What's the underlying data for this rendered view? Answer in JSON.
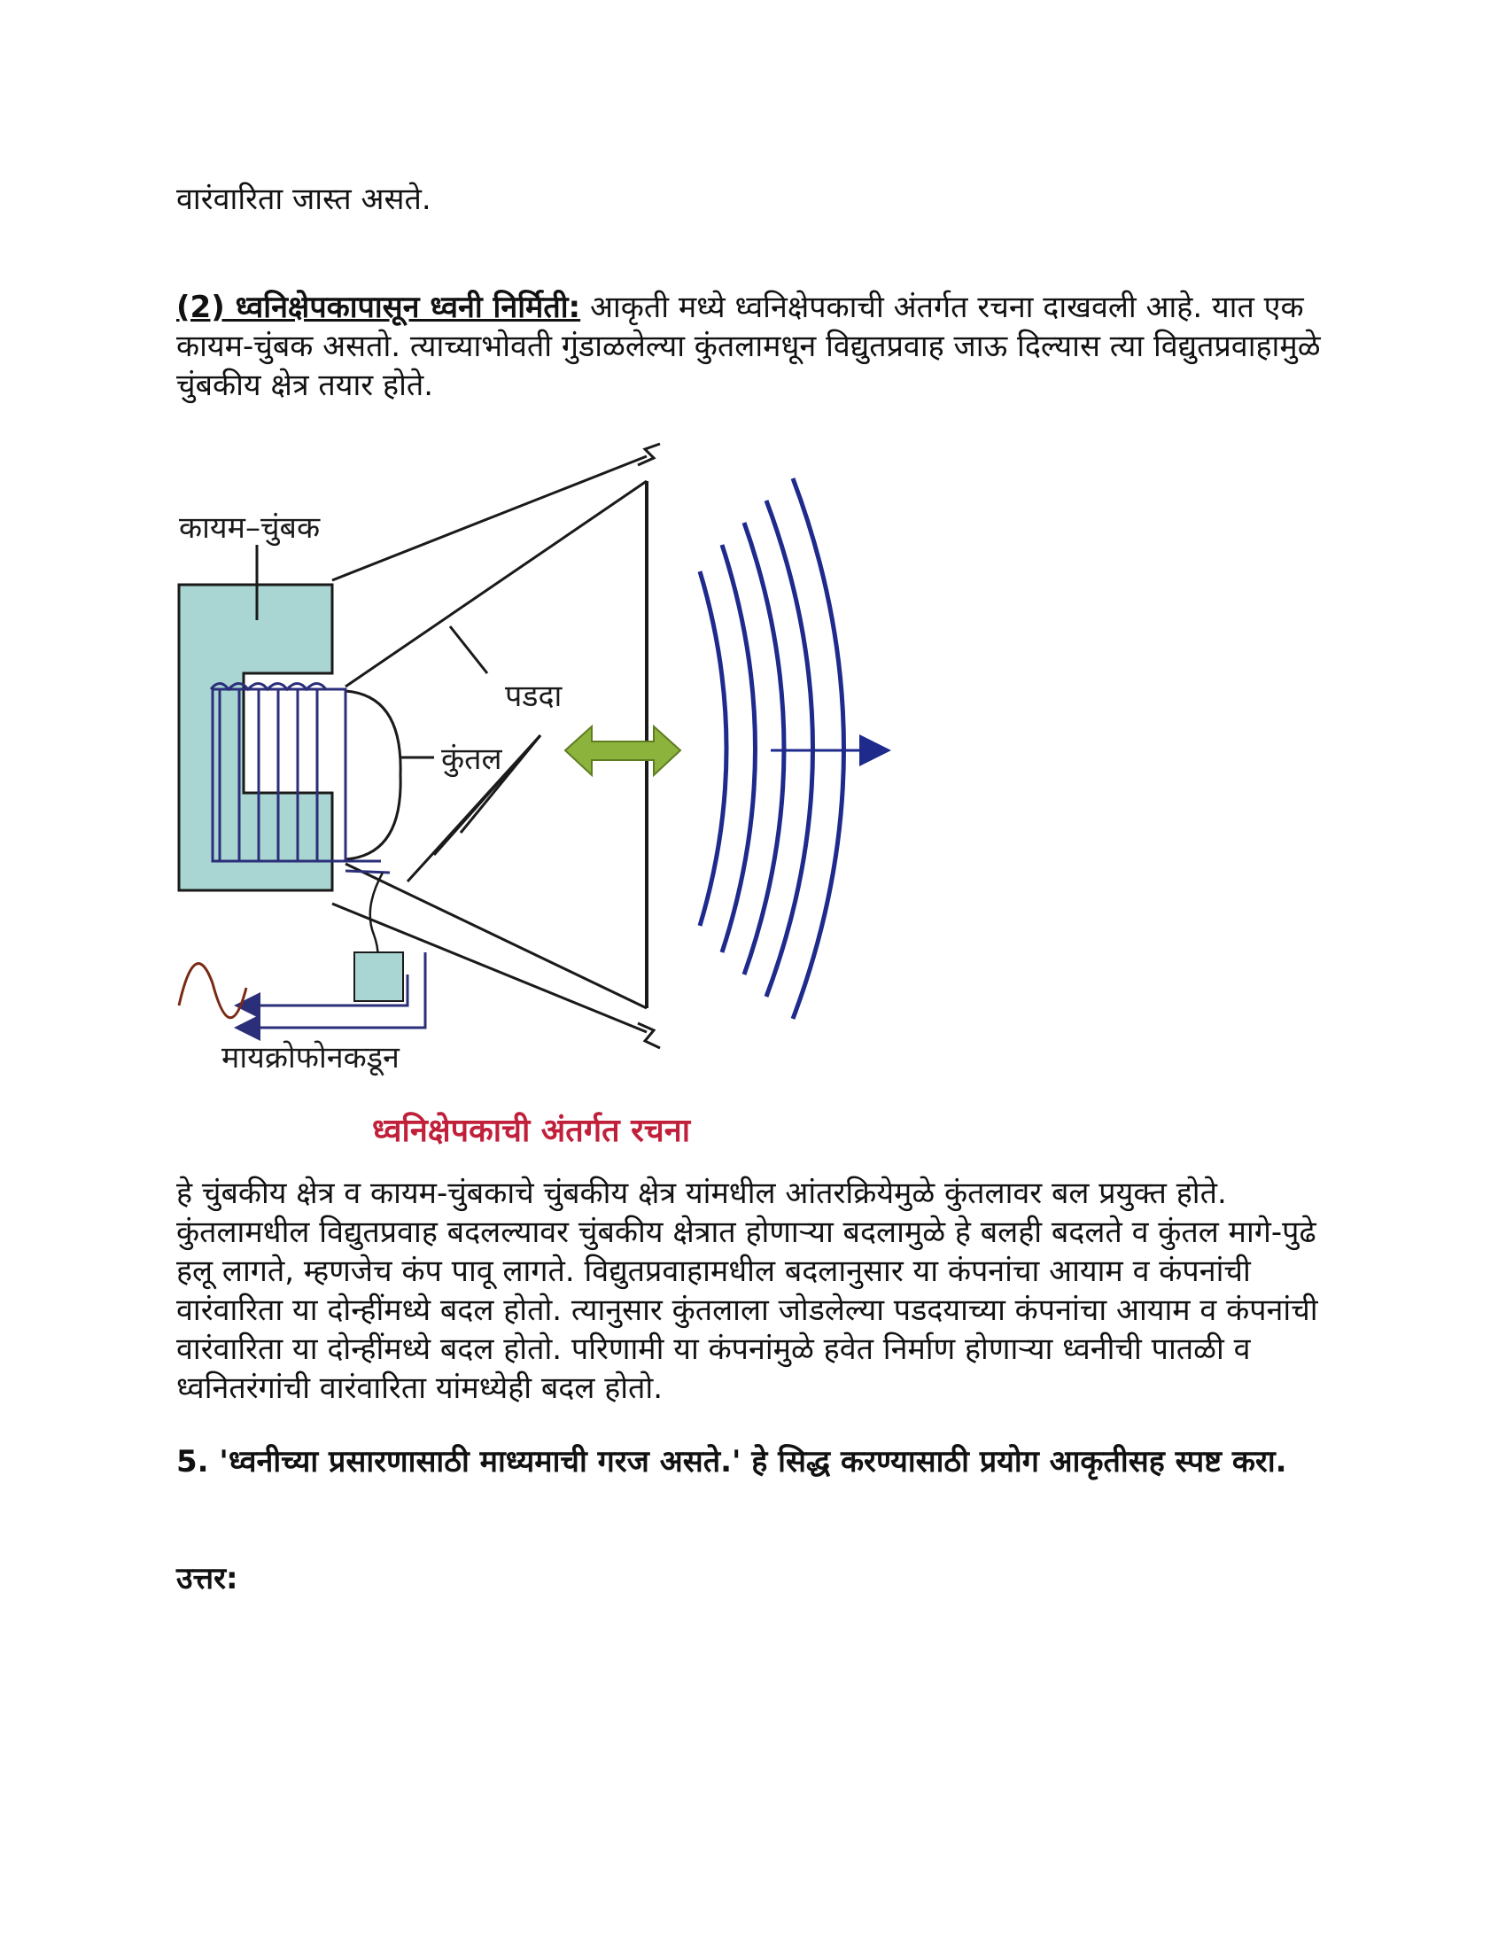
{
  "intro_tail": "वारंवारिता जास्त असते.",
  "section2": {
    "heading": "(2) ध्वनिक्षेपकापासून ध्वनी निर्मिती:",
    "text": " आकृती मध्ये ध्वनिक्षेपकाची अंतर्गत रचना दाखवली आहे. यात एक कायम-चुंबक असतो. त्याच्याभोवती गुंडाळलेल्या कुंतलामधून विद्युतप्रवाह जाऊ दिल्यास त्या विद्युतप्रवाहामुळे चुंबकीय क्षेत्र तयार होते."
  },
  "figure": {
    "labels": {
      "magnet": "कायम–चुंबक",
      "diaphragm": "पडदा",
      "coil": "कुंतल",
      "from_mic": "मायक्रोफोनकडून"
    },
    "caption": "ध्वनिक्षेपकाची अंतर्गत रचना",
    "colors": {
      "magnet_fill": "#a9d6d2",
      "coil": "#2b2f7a",
      "wave": "#1e2a8c",
      "arrow": "#8cb43c",
      "caption": "#c0203a"
    }
  },
  "explanation": "हे चुंबकीय क्षेत्र व कायम-चुंबकाचे चुंबकीय क्षेत्र यांमधील आंतरक्रियेमुळे कुंतलावर बल प्रयुक्त होते. कुंतलामधील विद्युतप्रवाह बदलल्यावर चुंबकीय क्षेत्रात होणाऱ्या बदलामुळे हे बलही बदलते व कुंतल मागे-पुढे हलू लागते, म्हणजेच कंप पावू लागते. विद्युतप्रवाहामधील बदलानुसार या कंपनांचा आयाम व कंपनांची वारंवारिता या दोन्हींमध्ये बदल होतो. त्यानुसार कुंतलाला जोडलेल्या पडदयाच्या कंपनांचा आयाम व कंपनांची वारंवारिता या दोन्हींमध्ये बदल होतो. परिणामी या कंपनांमुळे हवेत निर्माण होणाऱ्या ध्वनीची पातळी व ध्वनितरंगांची वारंवारिता यांमध्येही बदल होतो.",
  "question5": "5. 'ध्वनीच्या प्रसारणासाठी माध्यमाची गरज असते.' हे सिद्ध करण्यासाठी प्रयोग आकृतीसह स्पष्ट करा.",
  "answer_label": "उत्तर:"
}
